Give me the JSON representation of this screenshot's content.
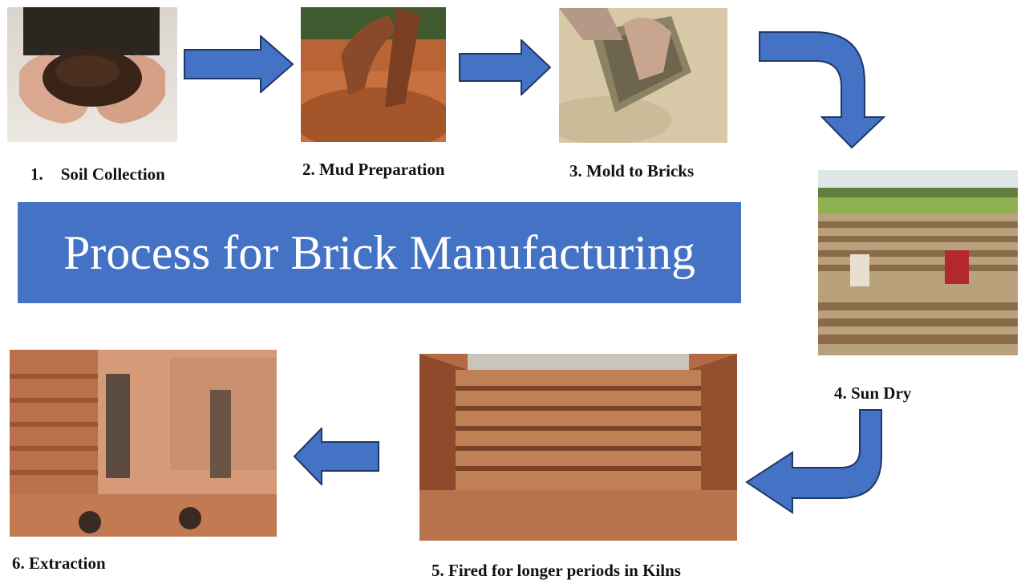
{
  "title": "Process for Brick Manufacturing",
  "colors": {
    "accent": "#4472c4",
    "arrow_stroke": "#1f3864"
  },
  "steps": [
    {
      "number": "1.",
      "label": "Soil Collection"
    },
    {
      "label": "2. Mud Preparation"
    },
    {
      "label": "3. Mold to Bricks"
    },
    {
      "label": "4. Sun Dry"
    },
    {
      "label": "5. Fired for longer periods in Kilns"
    },
    {
      "label": "6. Extraction"
    }
  ],
  "photos": {
    "soil": "hands-holding-soil-photo",
    "mud": "hands-mixing-mud-photo",
    "mold": "brick-mold-photo",
    "dry": "bricks-drying-field-photo",
    "kiln": "brick-kiln-photo",
    "extraction": "workers-extracting-bricks-photo"
  }
}
